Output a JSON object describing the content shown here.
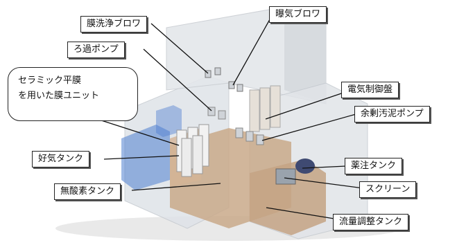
{
  "labels": {
    "membrane_blower": "膜洗浄ブロワ",
    "aeration_blower": "曝気ブロワ",
    "filtration_pump": "ろ過ポンプ",
    "ceramic_line1": "セラミック平膜",
    "ceramic_line2": "を用いた膜ユニット",
    "control_panel": "電気制御盤",
    "sludge_pump": "余剰汚泥ポンプ",
    "aerobic_tank": "好気タンク",
    "chemical_tank": "薬注タンク",
    "anoxic_tank": "無酸素タンク",
    "screen": "スクリーン",
    "flow_tank": "流量調整タンク"
  },
  "colors": {
    "tank_wall": "#d9dde2",
    "tank_floor": "#c9a98a",
    "aerobic_water": "#4f7fd0",
    "equipment": "#e8e8e8",
    "label_border": "#222222"
  }
}
